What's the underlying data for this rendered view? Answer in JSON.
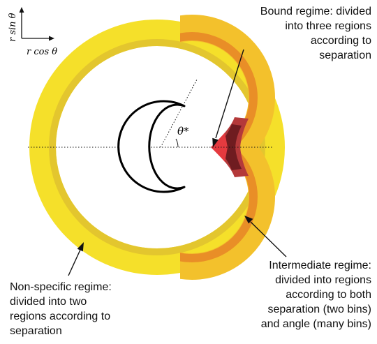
{
  "labels": {
    "bound": "Bound regime: divided\ninto three regions\naccording to\nseparation",
    "intermediate": "Intermediate regime:\ndivided into regions\naccording to both\nseparation (two bins)\nand angle (many bins)",
    "nonspecific": "Non-specific regime:\ndivided into two\nregions according to\nseparation"
  },
  "axes": {
    "vertical": "r sin θ",
    "horizontal": "r cos θ"
  },
  "angle_label": "θ*",
  "colors": {
    "outer_yellow": "#f5e02a",
    "inner_yellow": "#e3c62e",
    "inter_outer": "#f3c12c",
    "inter_inner": "#e98e27",
    "bound_outer": "#b4393a",
    "bound_mid": "#6f1c20",
    "bound_tip": "#e53a3f"
  }
}
